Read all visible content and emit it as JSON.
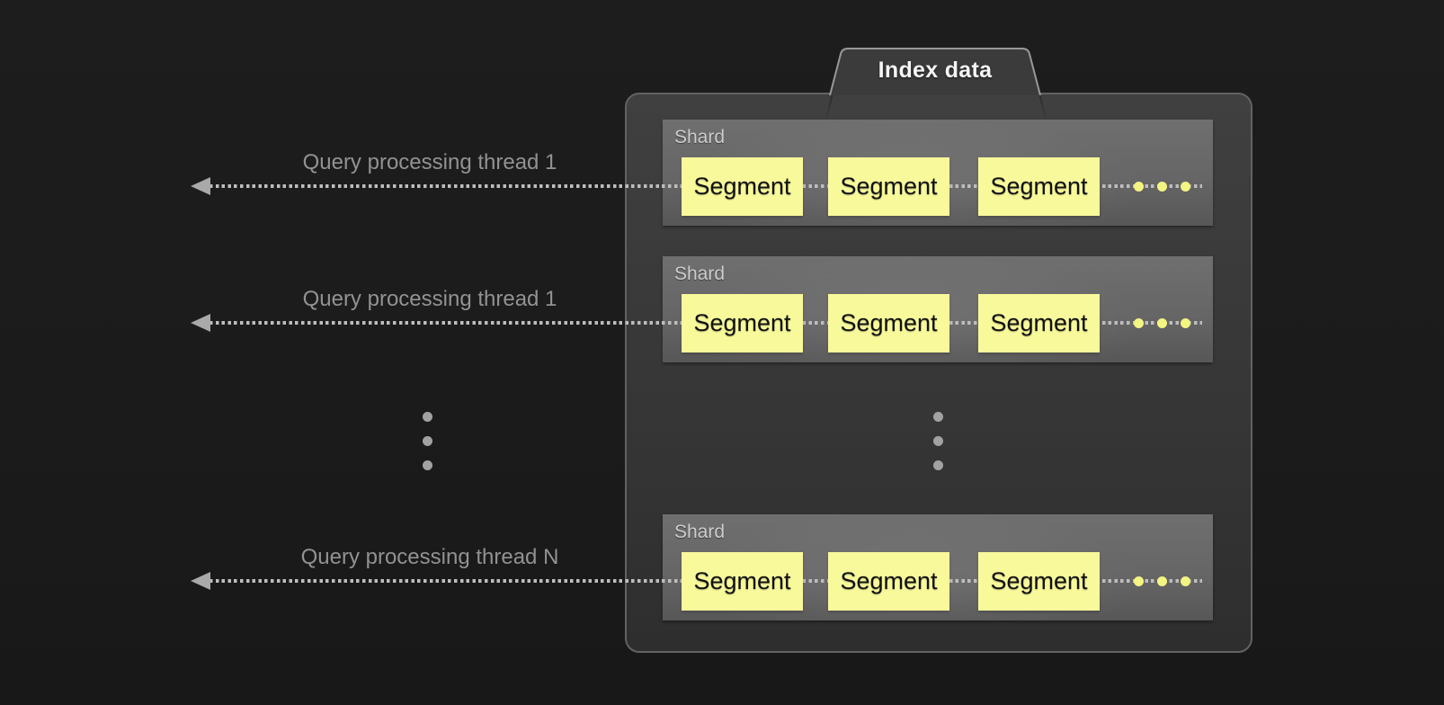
{
  "index_group": {
    "tab_label": "Index data",
    "shards": [
      {
        "label": "Shard",
        "segments": [
          "Segment",
          "Segment",
          "Segment"
        ]
      },
      {
        "label": "Shard",
        "segments": [
          "Segment",
          "Segment",
          "Segment"
        ]
      },
      {
        "label": "Shard",
        "segments": [
          "Segment",
          "Segment",
          "Segment"
        ]
      }
    ]
  },
  "query_threads": [
    {
      "label": "Query processing thread 1"
    },
    {
      "label": "Query processing thread 1"
    },
    {
      "label": "Query processing thread N"
    }
  ],
  "colors": {
    "background": "#1b1b1b",
    "container_fill": "#383838",
    "container_border": "#626262",
    "shard_fill": "#666666",
    "shard_label_text": "#cccccc",
    "segment_fill": "#f8f99b",
    "segment_text": "#111111",
    "arrow_dash": "#bdbdbd",
    "arrow_head": "#a9a9a9",
    "thread_label_text": "#929292",
    "ellipsis_gray": "#a2a2a2",
    "ellipsis_yellow": "#f3f482",
    "tab_text": "#f5f5f5"
  }
}
